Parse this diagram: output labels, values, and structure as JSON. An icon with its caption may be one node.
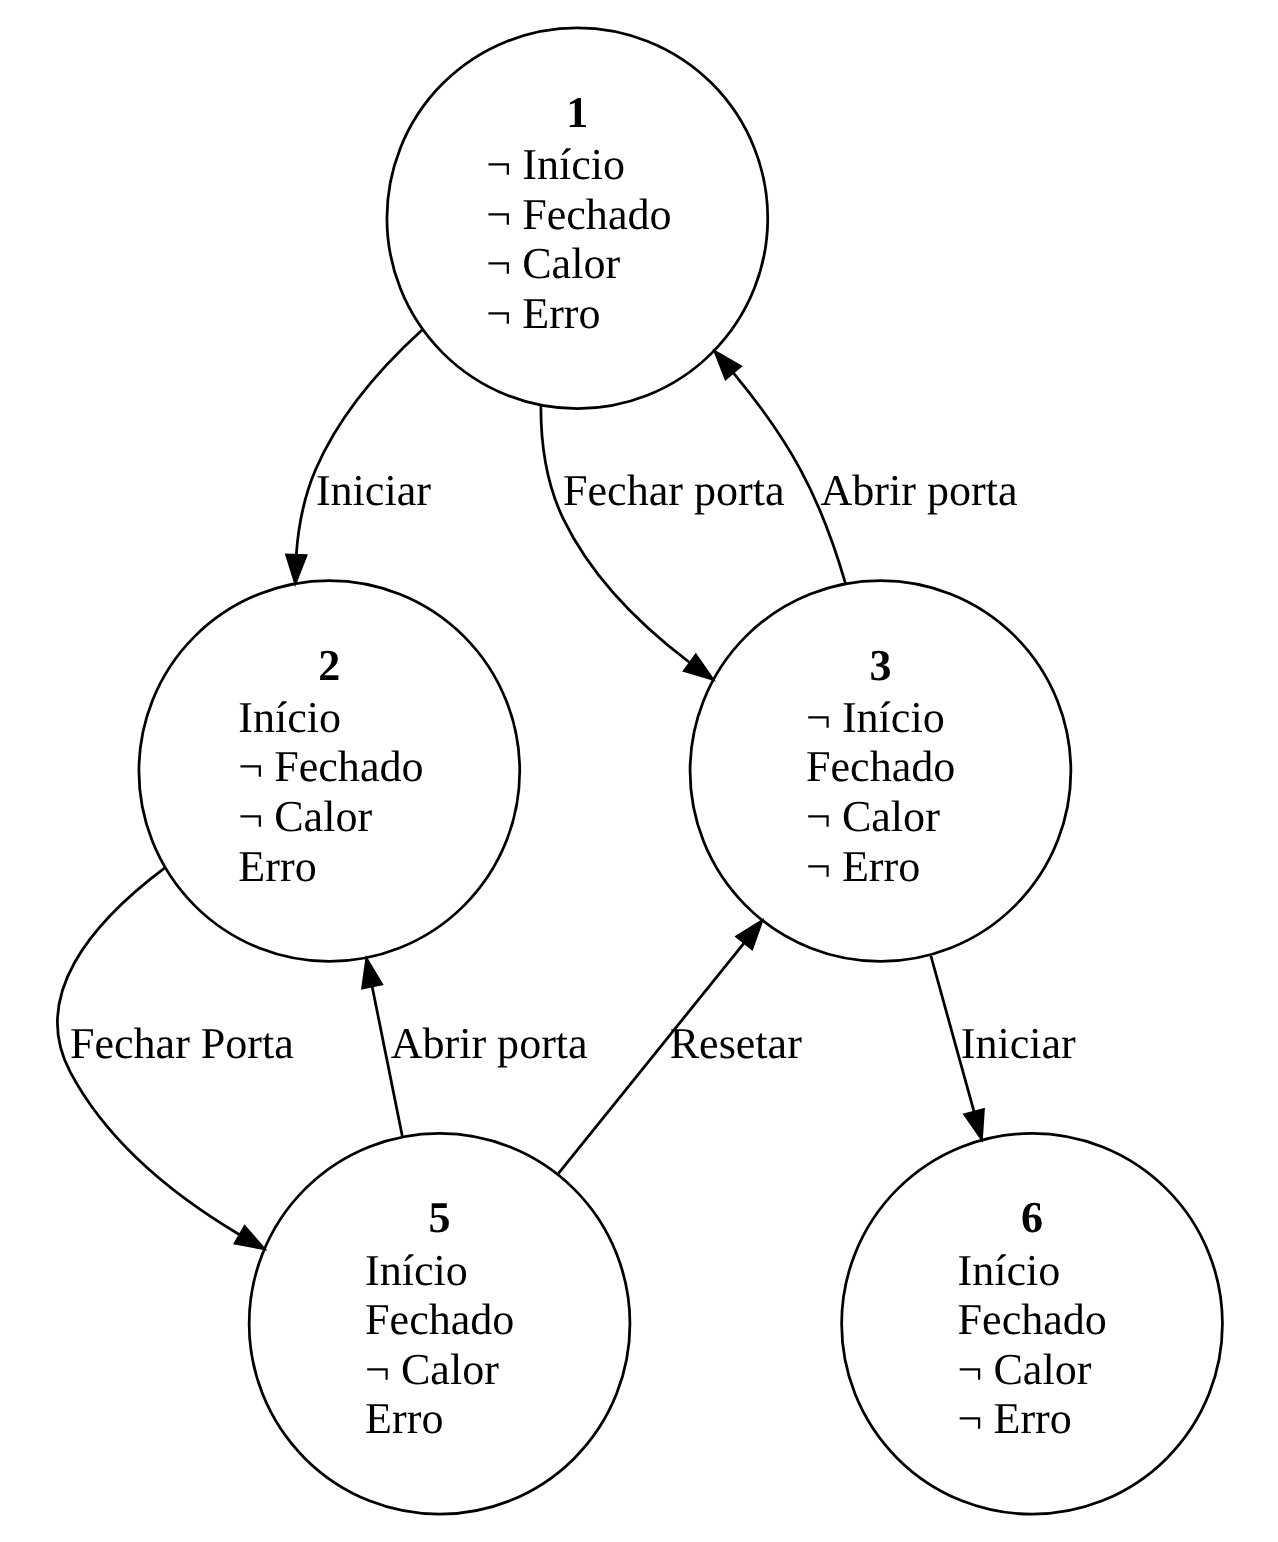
{
  "diagram": {
    "nodes": [
      {
        "text": [
          "1",
          "¬ Início",
          "¬ Fechado",
          "¬ Calor",
          "¬ Erro"
        ]
      },
      {
        "text": [
          "2",
          "Início",
          "¬ Fechado",
          "¬ Calor",
          "Erro"
        ]
      },
      {
        "text": [
          "3",
          "¬ Início",
          "Fechado",
          "¬ Calor",
          "¬ Erro"
        ]
      },
      {
        "text": [
          "5",
          "Início",
          "Fechado",
          "¬ Calor",
          "Erro"
        ]
      },
      {
        "text": [
          "6",
          "Início",
          "Fechado",
          "¬ Calor",
          "¬ Erro"
        ]
      }
    ],
    "edges": [
      {
        "from": 0,
        "to": 1,
        "arrow": "to",
        "label": "Iniciar"
      },
      {
        "from": 0,
        "to": 2,
        "arrow": "to",
        "label": "Fechar porta"
      },
      {
        "from": 2,
        "to": 0,
        "arrow": "to",
        "label": "Abrir porta"
      },
      {
        "from": 1,
        "to": 3,
        "arrow": "to",
        "label": "Fechar Porta"
      },
      {
        "from": 3,
        "to": 1,
        "arrow": "to",
        "label": "Abrir porta"
      },
      {
        "from": 3,
        "to": 2,
        "arrow": "to",
        "label": "Resetar"
      },
      {
        "from": 2,
        "to": 4,
        "arrow": "to",
        "label": "Iniciar"
      }
    ]
  }
}
